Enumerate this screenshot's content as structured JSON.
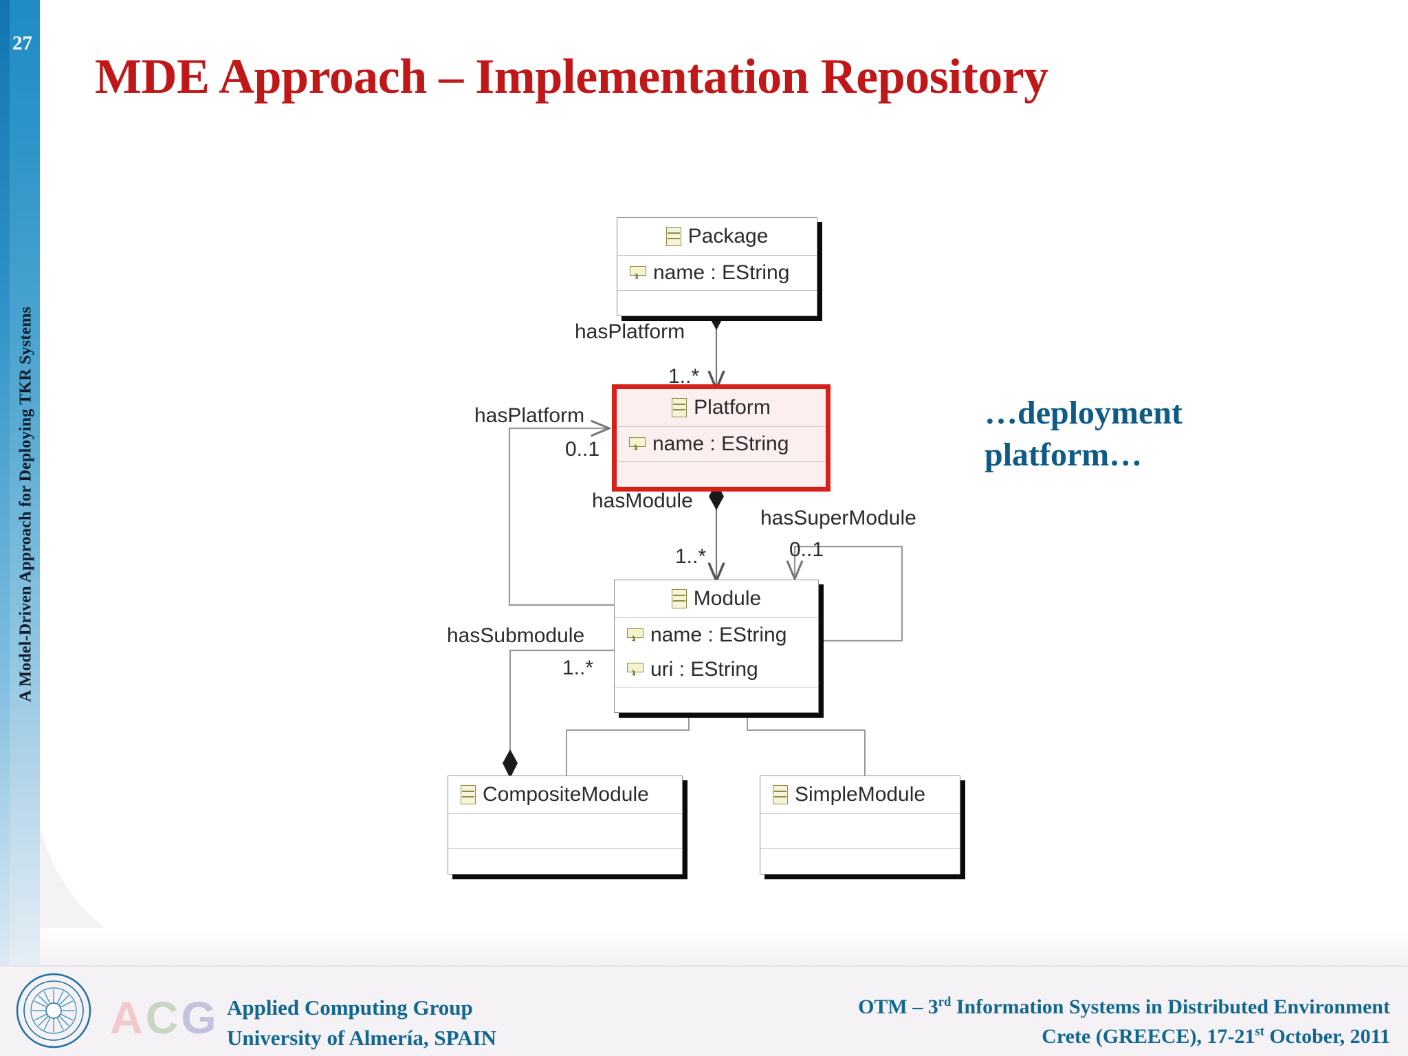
{
  "slide": {
    "page_number": "27",
    "side_title": "A Model-Driven Approach for Deploying TKR Systems",
    "title": "MDE Approach – Implementation Repository",
    "callout_line1": "…deployment",
    "callout_line2": "platform…",
    "colors": {
      "title_red": "#c01718",
      "callout_blue": "#0d5b86",
      "rail_blue": "#2d95c9",
      "selection_red": "#d81f18",
      "selection_fill": "#fdeff0",
      "footer_blue": "#12678f"
    }
  },
  "diagram": {
    "type": "uml-class-diagram",
    "classes": [
      {
        "id": "package",
        "name": "Package",
        "icon": "emf-class-icon",
        "selected": false,
        "attributes": [
          {
            "label": "name : EString",
            "icon": "emf-attribute-icon"
          }
        ],
        "operations": []
      },
      {
        "id": "platform",
        "name": "Platform",
        "icon": "emf-class-icon",
        "selected": true,
        "attributes": [
          {
            "label": "name : EString",
            "icon": "emf-attribute-icon"
          }
        ],
        "operations": []
      },
      {
        "id": "module",
        "name": "Module",
        "icon": "emf-class-icon",
        "selected": false,
        "attributes": [
          {
            "label": "name : EString",
            "icon": "emf-attribute-icon"
          },
          {
            "label": "uri : EString",
            "icon": "emf-attribute-icon"
          }
        ],
        "operations": []
      },
      {
        "id": "compositemodule",
        "name": "CompositeModule",
        "icon": "emf-class-icon",
        "selected": false,
        "attributes": [],
        "operations": []
      },
      {
        "id": "simplemodule",
        "name": "SimpleModule",
        "icon": "emf-class-icon",
        "selected": false,
        "attributes": [],
        "operations": []
      }
    ],
    "associations": [
      {
        "id": "a1",
        "label": "hasPlatform",
        "multiplicity": "1..*",
        "from": "Package",
        "to": "Platform",
        "kind": "composition"
      },
      {
        "id": "a2",
        "label": "hasPlatform",
        "multiplicity": "0..1",
        "from": "Module",
        "to": "Platform",
        "kind": "association"
      },
      {
        "id": "a3",
        "label": "hasModule",
        "multiplicity": "1..*",
        "from": "Platform",
        "to": "Module",
        "kind": "composition"
      },
      {
        "id": "a4",
        "label": "hasSuperModule",
        "multiplicity": "0..1",
        "from": "Module",
        "to": "Module",
        "kind": "association"
      },
      {
        "id": "a5",
        "label": "hasSubmodule",
        "multiplicity": "1..*",
        "from": "CompositeModule",
        "to": "Module",
        "kind": "composition"
      }
    ],
    "generalizations": [
      {
        "from": "CompositeModule",
        "to": "Module"
      },
      {
        "from": "SimpleModule",
        "to": "Module"
      }
    ]
  },
  "footer": {
    "logo_letters": [
      "A",
      "C",
      "G"
    ],
    "org_line1": "Applied Computing Group",
    "org_line2": "University of Almería, SPAIN",
    "conf_line1_a": "OTM – 3",
    "conf_line1_sup": "rd",
    "conf_line1_b": " Information Systems in Distributed Environment",
    "conf_line2_a": "Crete (GREECE), 17-21",
    "conf_line2_sup": "st",
    "conf_line2_b": " October, 2011"
  }
}
